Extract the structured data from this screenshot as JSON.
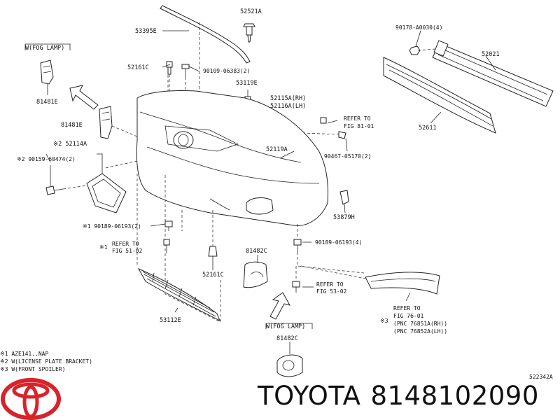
{
  "diagram": {
    "callouts": {
      "fog_lamp_upper": "W(FOG LAMP)",
      "fog_lamp_lower": "W(FOG LAMP)",
      "p52521A": "52521A",
      "p53395E": "53395E",
      "p90178": "90178-A0030(4)",
      "p52021": "52021",
      "p52161C_top": "52161C",
      "p90109": "90109-06383(2)",
      "p53119E": "53119E",
      "p52115A": "52115A(RH)",
      "p52116A": "52116A(LH)",
      "p81481E_a": "81481E",
      "p81481E_b": "81481E",
      "refer_81_a": "REFER TO",
      "refer_81_b": "FIG 81-01",
      "p52611": "52611",
      "p52114A": "※2 52114A",
      "p90159": "※2 90159-60474(2)",
      "p52119A": "52119A",
      "p90467": "90467-05170(2)",
      "p53879H": "53879H",
      "p90189_left": "※1 90189-06193(2)",
      "refer_51_a": "REFER TO",
      "refer_51_b": "FIG 51-02",
      "mark_51": "※1",
      "p81482C_top": "81482C",
      "p90189_right": "90189-06193(4)",
      "p52161C_bottom": "52161C",
      "refer_53_a": "REFER TO",
      "refer_53_b": "FIG 53-02",
      "refer_76_a": "REFER TO",
      "refer_76_b": "FIG 76-01",
      "pnc_rh": "(PNC 76851A(RH))",
      "pnc_lh": "(PNC 76852A(LH))",
      "mark_76": "※3",
      "p53112E": "53112E",
      "p81482C_bottom": "81482C",
      "diagram_code": "522342A"
    },
    "footnotes": [
      "※1 AZE141..NAP",
      "※2 W(LICENSE PLATE BRACKET)",
      "※3 W(FRONT SPOILER)"
    ]
  },
  "brand": {
    "name": "TOYOTA",
    "part_number": "8148102090",
    "logo_color": "#d8232a"
  }
}
